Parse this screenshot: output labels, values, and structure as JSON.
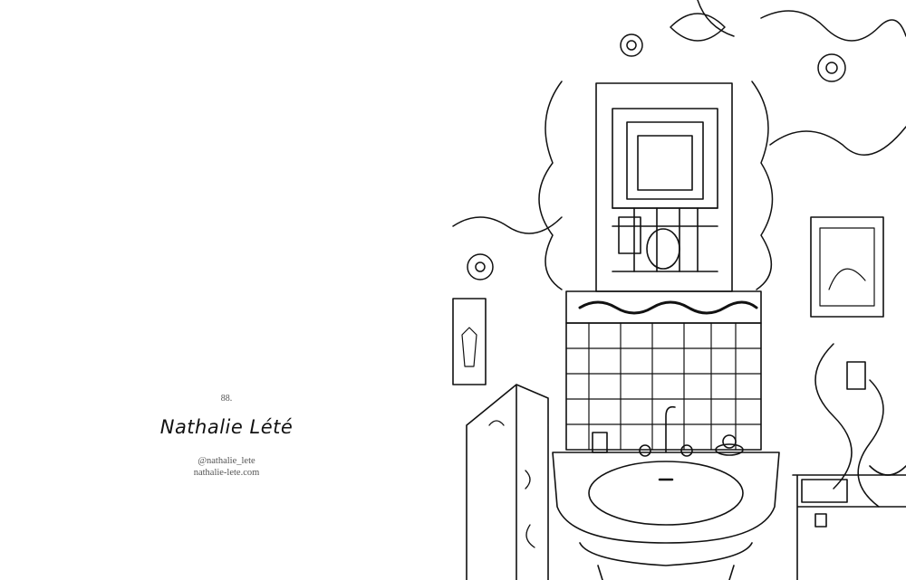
{
  "page": {
    "number": "88.",
    "artist_signature": "Nathalie Lété",
    "instagram": "@nathalie_lete",
    "website": "nathalie-lete.com"
  },
  "illustration": {
    "subject": "bathroom-sink-line-drawing",
    "ink_color": "#111111",
    "paper_color": "#ffffff"
  }
}
